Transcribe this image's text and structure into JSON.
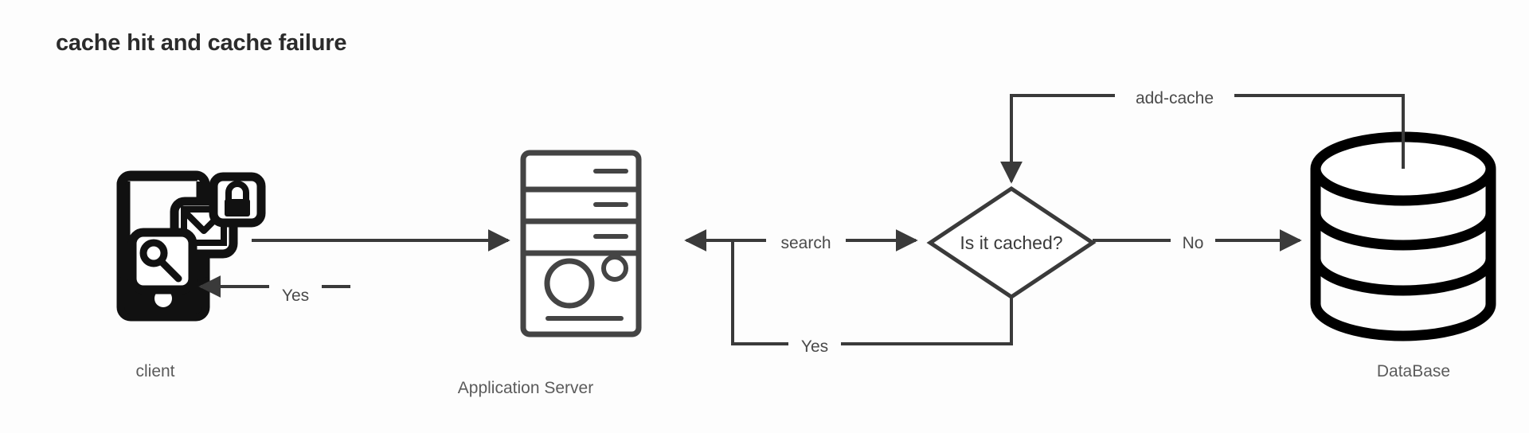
{
  "diagram": {
    "title": "cache hit and cache failure",
    "background_color": "#fdfdfd",
    "line_color": "#3a3a3a",
    "label_color": "#5b5b5b",
    "title_color": "#2b2b2b"
  },
  "nodes": {
    "client": {
      "label": "client",
      "icon": "smartphone-with-lock-mail-search-icon"
    },
    "server": {
      "label": "Application Server",
      "icon": "server-tower-icon"
    },
    "decision": {
      "label": "Is it cached?",
      "shape": "diamond"
    },
    "database": {
      "label": "DataBase",
      "icon": "database-cylinder-icon"
    }
  },
  "edges": {
    "client_to_server": {
      "label": ""
    },
    "server_to_client": {
      "label": "Yes"
    },
    "server_to_decision": {
      "label": "search"
    },
    "decision_to_database": {
      "label": "No"
    },
    "decision_to_server": {
      "label": "Yes"
    },
    "database_to_decision": {
      "label": "add-cache"
    }
  }
}
